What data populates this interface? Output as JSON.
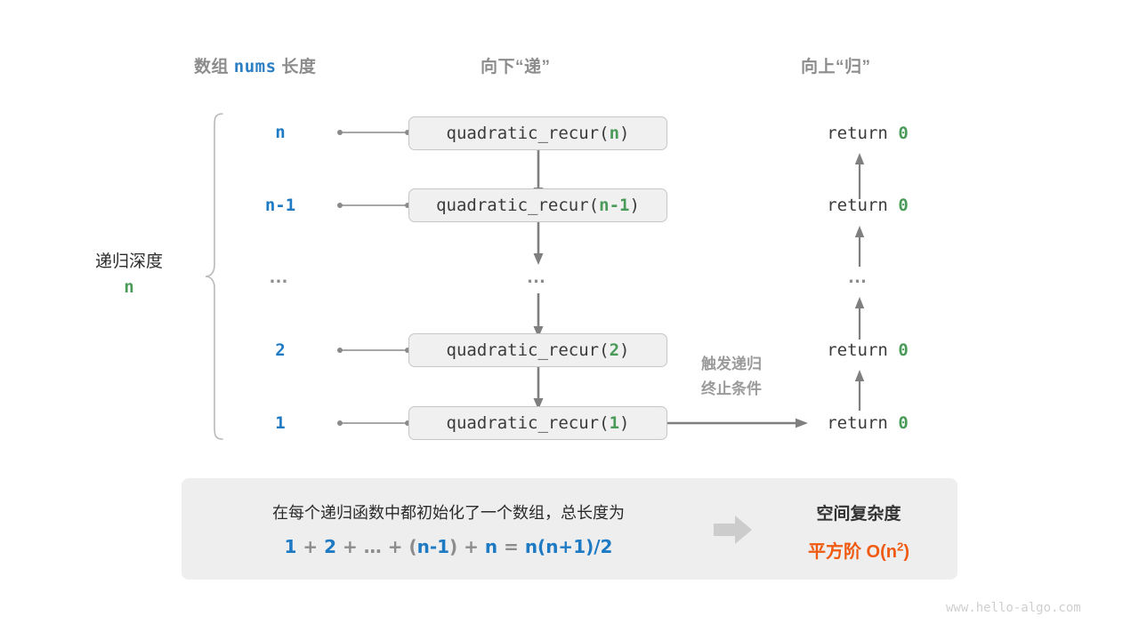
{
  "headers": {
    "left_prefix": "数组 ",
    "left_code": "nums",
    "left_suffix": " 长度",
    "middle": "向下“递”",
    "right": "向上“归”"
  },
  "depth_label": {
    "text": "递归深度",
    "value": "n"
  },
  "rows": [
    {
      "depth": "n",
      "call_prefix": "quadratic_recur(",
      "call_arg": "n",
      "call_suffix": ")",
      "ret_prefix": "return ",
      "ret_value": "0"
    },
    {
      "depth": "n-1",
      "call_prefix": "quadratic_recur(",
      "call_arg": "n-1",
      "call_suffix": ")",
      "ret_prefix": "return ",
      "ret_value": "0"
    },
    {
      "depth": "…",
      "call_prefix": "…",
      "call_arg": "",
      "call_suffix": "",
      "ret_prefix": "…",
      "ret_value": ""
    },
    {
      "depth": "2",
      "call_prefix": "quadratic_recur(",
      "call_arg": "2",
      "call_suffix": ")",
      "ret_prefix": "return ",
      "ret_value": "0"
    },
    {
      "depth": "1",
      "call_prefix": "quadratic_recur(",
      "call_arg": "1",
      "call_suffix": ")",
      "ret_prefix": "return ",
      "ret_value": "0"
    }
  ],
  "annotation": {
    "line1": "触发递归",
    "line2": "终止条件"
  },
  "summary": {
    "text": "在每个递归函数中都初始化了一个数组，总长度为",
    "formula": {
      "t1": "1",
      "op1": " + ",
      "t2": "2",
      "op2": " + ",
      "t3": "…",
      "op3": " + ",
      "lp": "(",
      "t4": "n-1",
      "rp": ")",
      "op4": " + ",
      "t5": "n",
      "eq": " = ",
      "t6": "n(n+1)/2"
    },
    "right_title": "空间复杂度",
    "right_value_prefix": "平方阶 ",
    "right_value_big_o": "O(n",
    "right_value_exp": "2",
    "right_value_tail": ")"
  },
  "watermark": "www.hello-algo.com",
  "colors": {
    "blue": "#1f7ac4",
    "green": "#4a9a5a",
    "orange": "#ef5a10",
    "gray_text": "#8c8c8c",
    "box_fill": "#f0f0f0",
    "box_border": "#c6c6c6",
    "panel_fill": "#eeeeee",
    "arrow": "#7f7f7f"
  }
}
